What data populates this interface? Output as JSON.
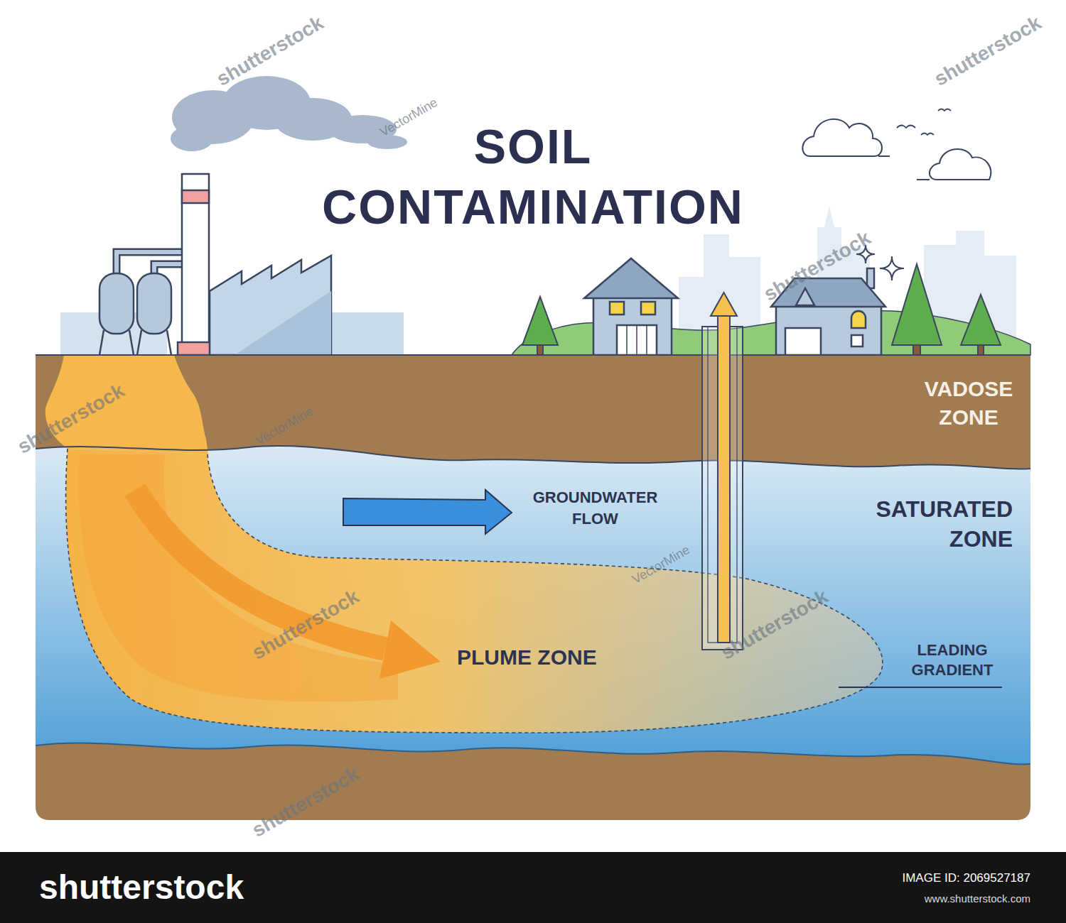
{
  "diagram": {
    "title": "SOIL CONTAMINATION",
    "nodes": [
      {
        "text": [
          "VADOSE ZONE"
        ]
      },
      {
        "text": [
          "SATURATED ZONE"
        ]
      },
      {
        "text": [
          "PLUME ZONE"
        ],
        "in": 1
      }
    ],
    "labels": [
      "shutterstock",
      "shutterstock",
      "VectorMine",
      "shutterstock",
      "shutterstock",
      "VectorMine",
      "GROUNDWATER FLOW",
      "VectorMine",
      "shutterstock",
      "shutterstock",
      "LEADING GRADIENT",
      "shutterstock",
      "shutterstock",
      "IMAGE ID: 2069527187",
      "www.shutterstock.com"
    ]
  }
}
